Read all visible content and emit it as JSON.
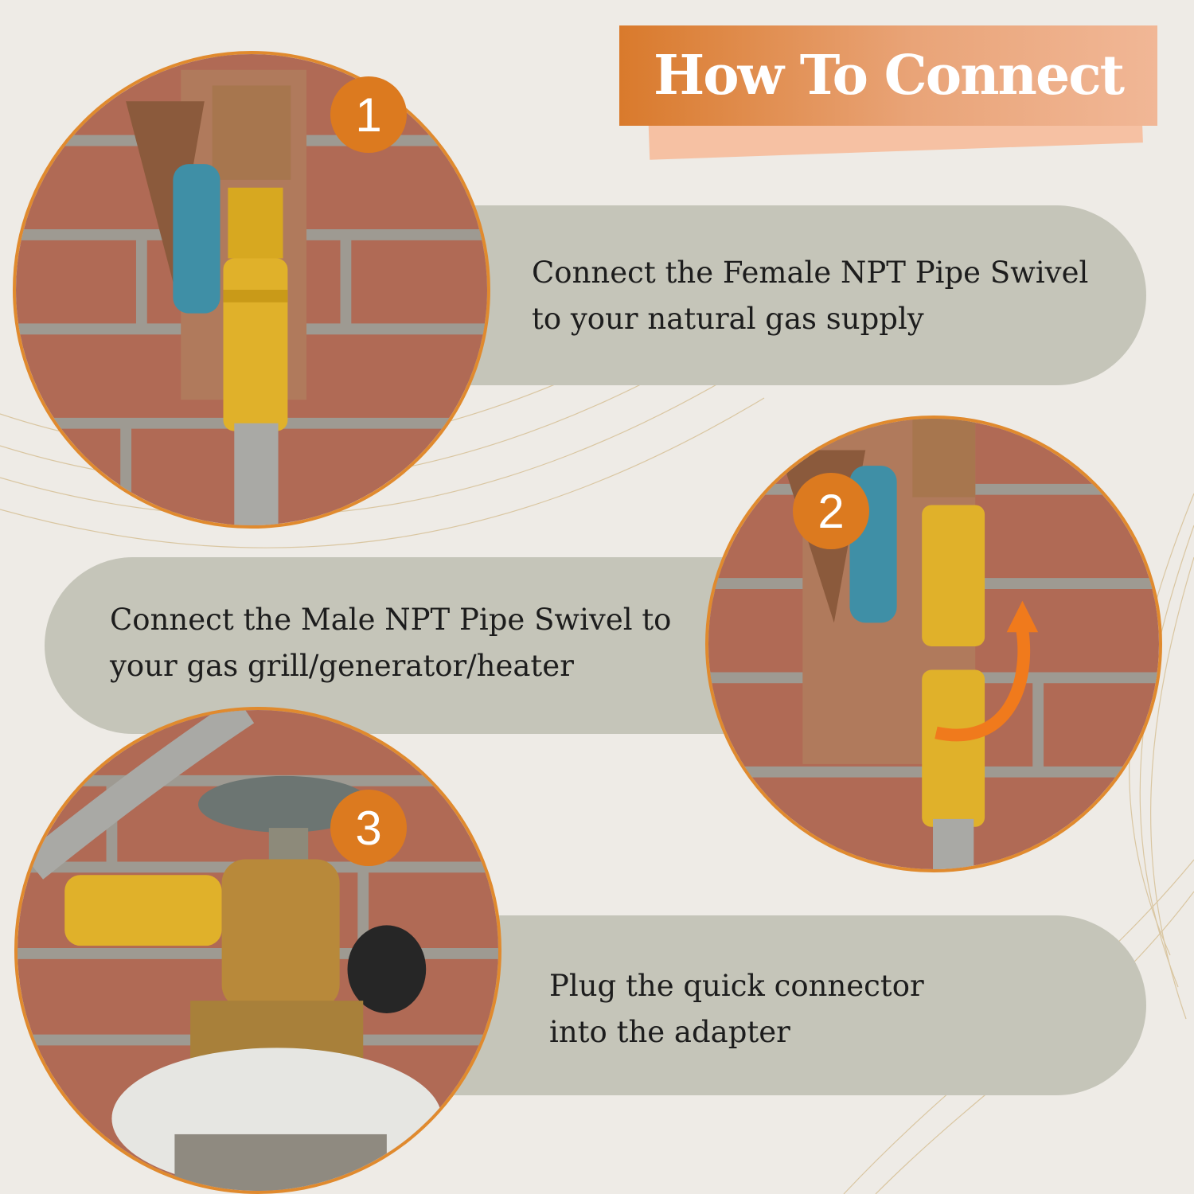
{
  "title": "How To Connect",
  "steps": [
    {
      "number": "1",
      "text": "Connect the Female NPT Pipe Swivel\n to your natural gas supply"
    },
    {
      "number": "2",
      "text": "Connect the Male NPT Pipe Swivel to\nyour gas grill/generator/heater"
    },
    {
      "number": "3",
      "text": "Plug the quick connector\ninto the adapter"
    }
  ],
  "colors": {
    "accent": "#dc7a1f",
    "pill": "#c5c5b9",
    "brick": "#b06a55",
    "brass": "#e0b12a",
    "hose": "#a9a9a5",
    "valve_handle": "#3f8fa6"
  }
}
